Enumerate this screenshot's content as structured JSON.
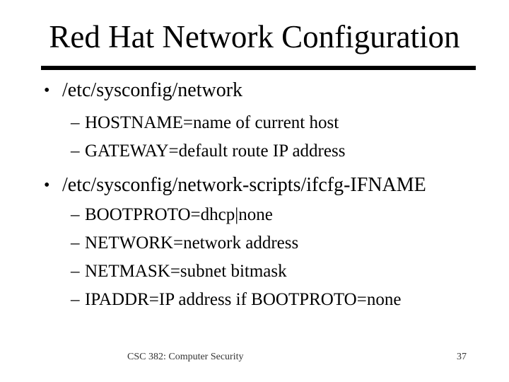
{
  "slide": {
    "title": "Red Hat Network Configuration",
    "markers": {
      "level1": "•",
      "level2": "–"
    },
    "bullets": [
      {
        "label": "/etc/sysconfig/network",
        "sub": [
          "HOSTNAME=name of current host",
          "GATEWAY=default route IP address"
        ]
      },
      {
        "label": "/etc/sysconfig/network-scripts/ifcfg-IFNAME",
        "sub": [
          "BOOTPROTO=dhcp|none",
          "NETWORK=network address",
          "NETMASK=subnet bitmask",
          "IPADDR=IP address if BOOTPROTO=none"
        ]
      }
    ],
    "footer": {
      "course": "CSC 382: Computer Security",
      "page_number": "37"
    },
    "colors": {
      "background": "#ffffff",
      "text": "#000000",
      "rule": "#000000",
      "footer_text": "#333333"
    }
  }
}
